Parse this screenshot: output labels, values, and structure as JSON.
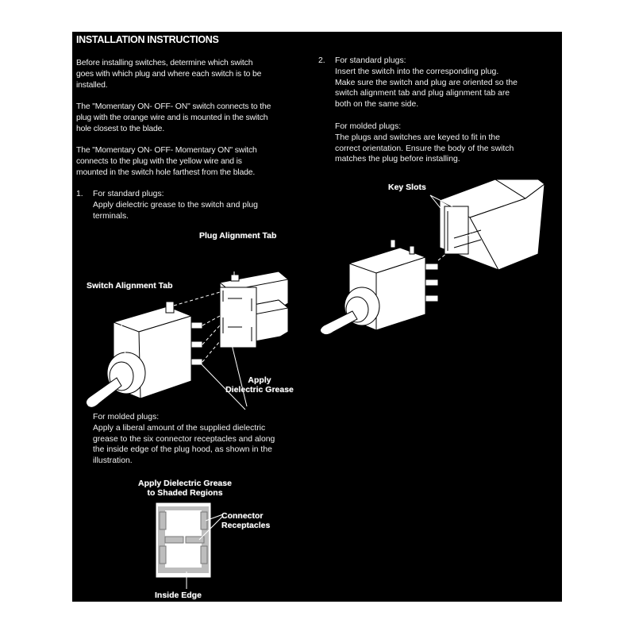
{
  "document": {
    "title": "INSTALLATION INSTRUCTIONS",
    "intro_paragraphs": [
      [
        "Before installing switches, determine which switch",
        "goes with which plug and where each switch is to be",
        "installed."
      ],
      [
        "The \"Momentary ON- OFF- ON\" switch connects to the",
        "plug with the orange wire and is mounted in the switch",
        "hole closest to the blade."
      ],
      [
        "The \"Momentary ON- OFF- Momentary ON\" switch",
        "connects to the plug with the yellow wire and is",
        "mounted in the switch hole farthest from the blade."
      ]
    ],
    "step1": {
      "number": "1.",
      "standard": {
        "heading": "For standard plugs:",
        "lines": [
          "Apply dielectric grease to the switch and plug",
          "terminals."
        ]
      },
      "molded": {
        "heading": "For molded plugs:",
        "lines": [
          "Apply a liberal amount of the supplied dielectric",
          "grease to the six connector receptacles and along",
          "the inside edge of the plug hood, as shown in the",
          "illustration."
        ]
      }
    },
    "step2": {
      "number": "2.",
      "standard": {
        "heading": "For standard plugs:",
        "lines": [
          "Insert the switch into the corresponding plug.",
          "Make sure the switch and plug are oriented so the",
          "switch alignment tab and plug alignment tab are",
          "both on the same side."
        ]
      },
      "molded": {
        "heading": "For molded plugs:",
        "lines": [
          "The plugs and switches are keyed to fit in the",
          "correct orientation. Ensure the body of the switch",
          "matches the plug before installing."
        ]
      }
    }
  },
  "figures": {
    "standard_plug": {
      "plug_alignment_tab": "Plug Alignment Tab",
      "switch_alignment_tab": "Switch Alignment Tab",
      "apply_grease_1": "Apply",
      "apply_grease_2": "Dielectric Grease"
    },
    "molded_plug": {
      "title_1": "Apply Dielectric Grease",
      "title_2": "to Shaded Regions",
      "connector_1": "Connector",
      "connector_2": "Receptacles",
      "inside_edge": "Inside Edge"
    },
    "key_slots": {
      "label": "Key Slots"
    }
  },
  "colors": {
    "page_bg": "#000000",
    "text": "#f0f0f0",
    "diagram_fill": "#ffffff",
    "shaded": "#bdbdbd"
  }
}
